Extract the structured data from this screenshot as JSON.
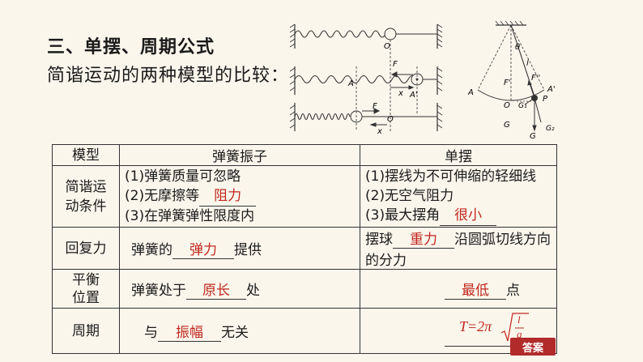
{
  "heading": "三、单摆、周期公式",
  "subheading": "简谐运动的两种模型的比较：",
  "spring_figure": {
    "o_label": "O",
    "f_label": "F",
    "a_label": "A",
    "a_prime_label": "A'",
    "x_label": "x"
  },
  "pendulum_figure": {
    "theta": "θ",
    "l": "l",
    "a_left": "A",
    "a_right": "A'",
    "o": "O",
    "p": "P",
    "f_prime": "F'",
    "f_double_prime": "F''",
    "g1": "G₁",
    "g2": "G₂",
    "g": "G"
  },
  "table": {
    "headers": [
      "模型",
      "弹簧振子",
      "单摆"
    ],
    "rows": [
      {
        "label": "简谐运动条件",
        "spring_lines": [
          "(1)弹簧质量可忽略",
          "(2)无摩擦等",
          "(3)在弹簧弹性限度内"
        ],
        "spring_blank": "阻力",
        "pendulum_lines": [
          "(1)摆线为不可伸缩的轻细线",
          "(2)无空气阻力",
          "(3)最大摆角"
        ],
        "pendulum_blank": "很小"
      },
      {
        "label": "回复力",
        "spring_prefix": "弹簧的",
        "spring_blank": "弹力",
        "spring_suffix": "提供",
        "pendulum_prefix": "摆球",
        "pendulum_blank": "重力",
        "pendulum_suffix": "沿圆弧切线方向的分力"
      },
      {
        "label": "平衡位置",
        "spring_prefix": "弹簧处于",
        "spring_blank": "原长",
        "spring_suffix": "处",
        "pendulum_blank": "最低",
        "pendulum_suffix": "点"
      },
      {
        "label": "周期",
        "spring_prefix": "与",
        "spring_blank": "振幅",
        "spring_suffix": "无关",
        "pendulum_formula": "T=2π√(l/g)",
        "formula_t": "T=2π",
        "formula_num": "l",
        "formula_den": "g"
      }
    ]
  },
  "answer_button": "答案"
}
